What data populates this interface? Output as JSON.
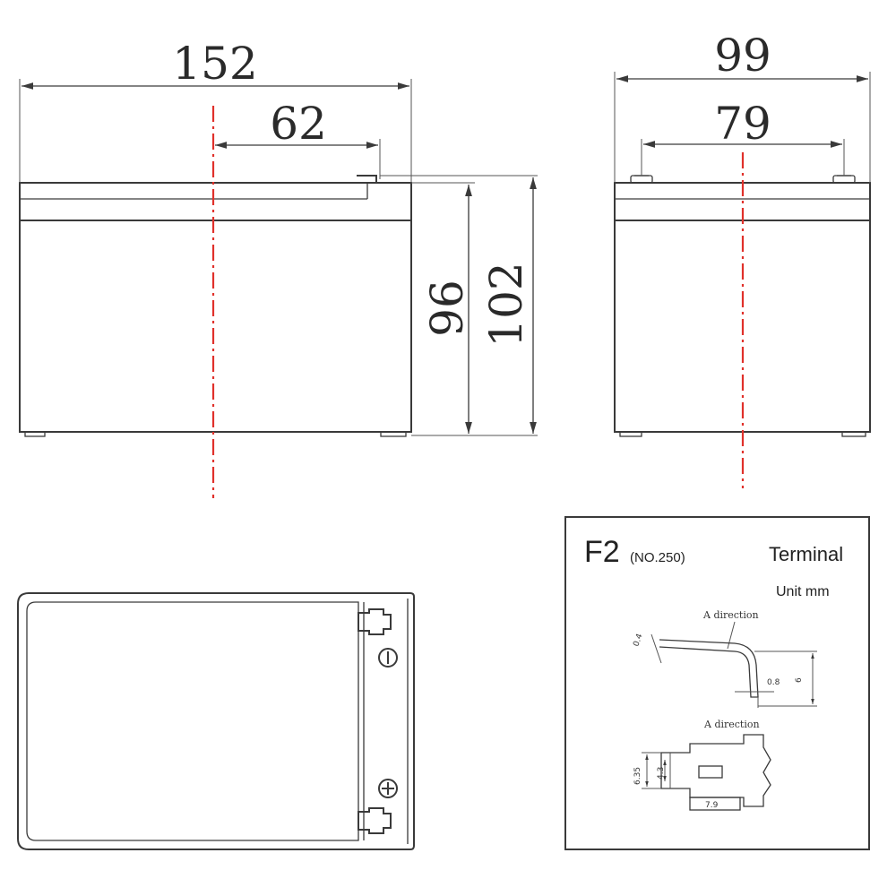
{
  "front_view": {
    "width_dim": "152",
    "terminal_offset_dim": "62",
    "case_height_dim": "96",
    "total_height_dim": "102"
  },
  "side_view": {
    "width_dim": "99",
    "terminal_spacing_dim": "79"
  },
  "terminal_box": {
    "code": "F2",
    "code_note": "(NO.250)",
    "title": "Terminal",
    "unit": "Unit mm",
    "direction_label_1": "A direction",
    "direction_label_2": "A direction",
    "dim_thickness_angle": "0.4",
    "dim_thickness": "0.8",
    "dim_height": "6",
    "dim_width_outer": "6.35",
    "dim_width_inner": "4.3",
    "dim_length": "7.9"
  },
  "colors": {
    "line": "#3a3a3a",
    "centerline": "#e0312b",
    "background": "#ffffff"
  }
}
